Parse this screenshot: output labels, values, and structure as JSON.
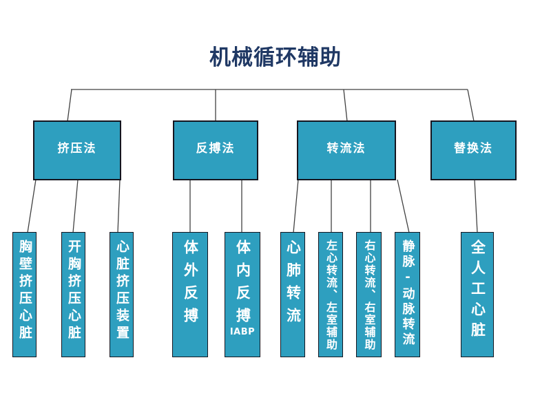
{
  "title": "机械循环辅助",
  "colors": {
    "node_fill": "#2E9FBF",
    "node_border": "#15151F",
    "title_text": "#1F3864",
    "node_text": "#FFFFFF",
    "connector_line": "#404040"
  },
  "level2": [
    {
      "label": "挤压法"
    },
    {
      "label": "反搏法"
    },
    {
      "label": "转流法"
    },
    {
      "label": "替换法"
    }
  ],
  "level3": [
    {
      "label": "胸壁挤压心脏"
    },
    {
      "label": "开胸挤压心脏"
    },
    {
      "label": "心脏挤压装置"
    },
    {
      "label": "体外反搏"
    },
    {
      "label": "体内反搏",
      "sublabel": "IABP"
    },
    {
      "label": "心肺转流"
    },
    {
      "label": "左心转流、左室辅助"
    },
    {
      "label": "右心转流、右室辅助"
    },
    {
      "label": "静脉-动脉转流"
    },
    {
      "label": "全人工心脏"
    }
  ]
}
